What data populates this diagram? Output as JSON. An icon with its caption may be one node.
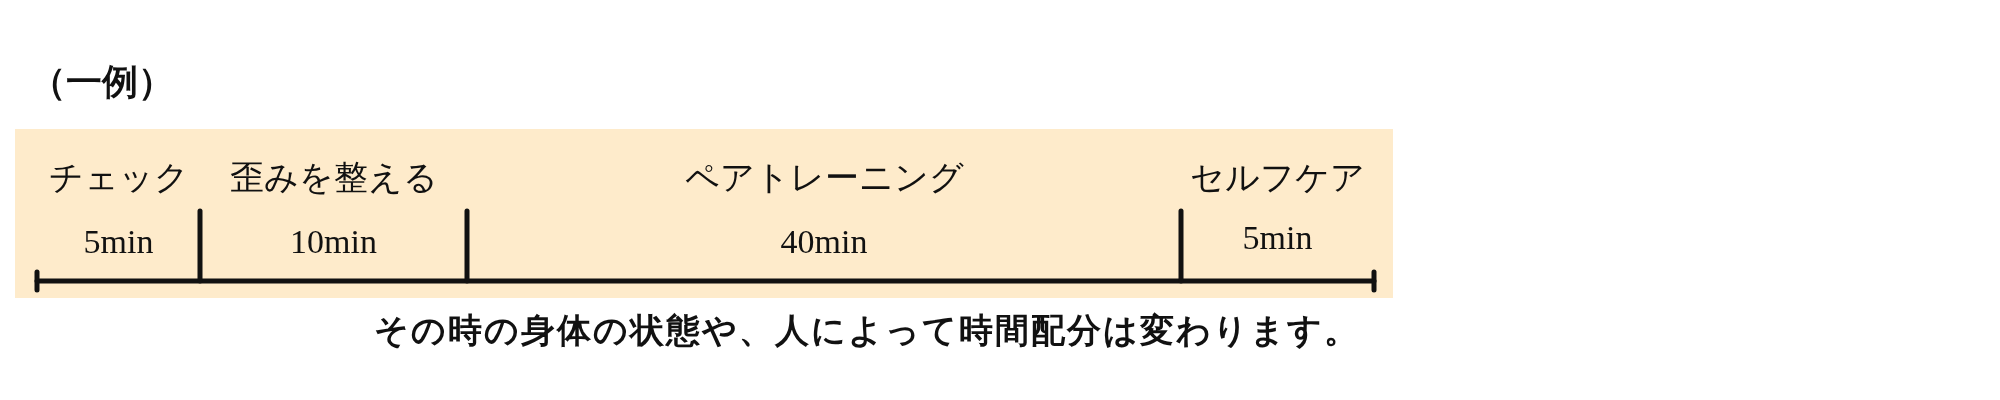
{
  "diagram": {
    "title": "（一例）",
    "caption": "その時の身体の状態や、人によって時間配分は変わります。",
    "labels": [
      "チェック",
      "歪みを整える",
      "ペアトレーニング",
      "セルフケア",
      "5min",
      "10min",
      "40min",
      "5min"
    ]
  }
}
